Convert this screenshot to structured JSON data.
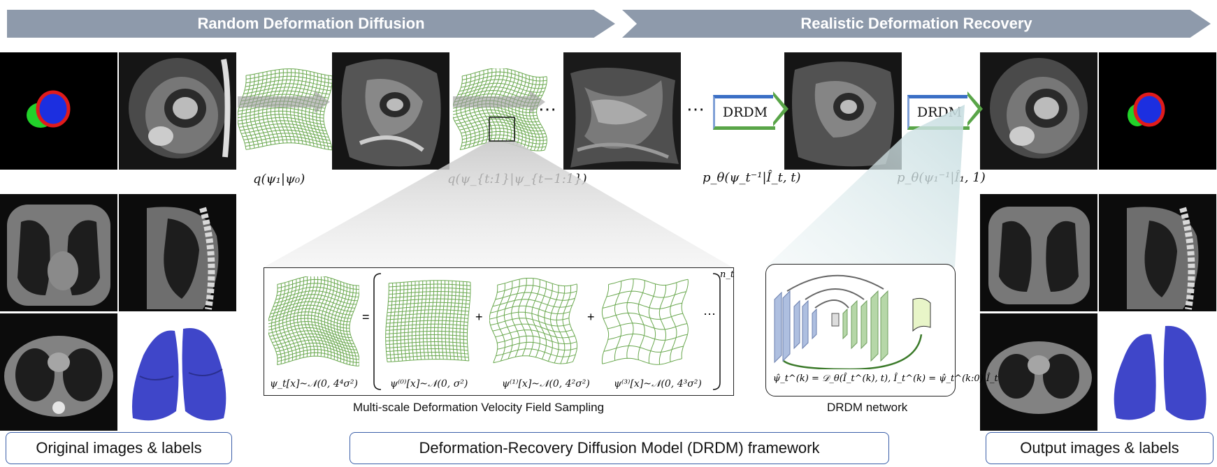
{
  "banners": {
    "left": "Random Deformation Diffusion",
    "right": "Realistic Deformation Recovery"
  },
  "formulas": {
    "q1": "q(ψ₁|ψ₀)",
    "qt": "q(ψ_{t:1}|ψ_{t−1:1})",
    "pt": "p_θ(ψ_t⁻¹|Î_t, t)",
    "p1": "p_θ(ψ₁⁻¹|Î₁, 1)"
  },
  "drdm_label": "DRDM",
  "ellipsis": "⋯",
  "sampling": {
    "caption": "Multi-scale Deformation Velocity Field Sampling",
    "equals": "=",
    "plus": "+",
    "trailing": "⋯",
    "superscript": "n_t",
    "terms": [
      "ψ_t[x]~𝒩(0, 4⁴σ²)",
      "ψ⁽⁰⁾[x]~𝒩(0, σ²)",
      "ψ⁽¹⁾[x]~𝒩(0, 4²σ²)",
      "ψ⁽³⁾[x]~𝒩(0, 4³σ²)"
    ]
  },
  "network": {
    "caption": "DRDM network",
    "equation": "ψ̂_t^(k) = 𝒟_θ(Î_t^(k), t), Î_t^(k) = ψ̂_t^(k:0) Î_t"
  },
  "captions": {
    "left": "Original images & labels",
    "center": "Deformation-Recovery Diffusion Model (DRDM) framework",
    "right": "Output images & labels"
  },
  "colors": {
    "banner": "#8e9aab",
    "grid_green": "#6aa84f",
    "lung_blue": "#3f46c9",
    "label_red": "#e01b1b",
    "label_green": "#22d22a",
    "label_blue": "#1c2fe0",
    "caption_border": "#3a5ea8",
    "drdm_top": "#3b6fc5",
    "drdm_bottom": "#59a548"
  }
}
